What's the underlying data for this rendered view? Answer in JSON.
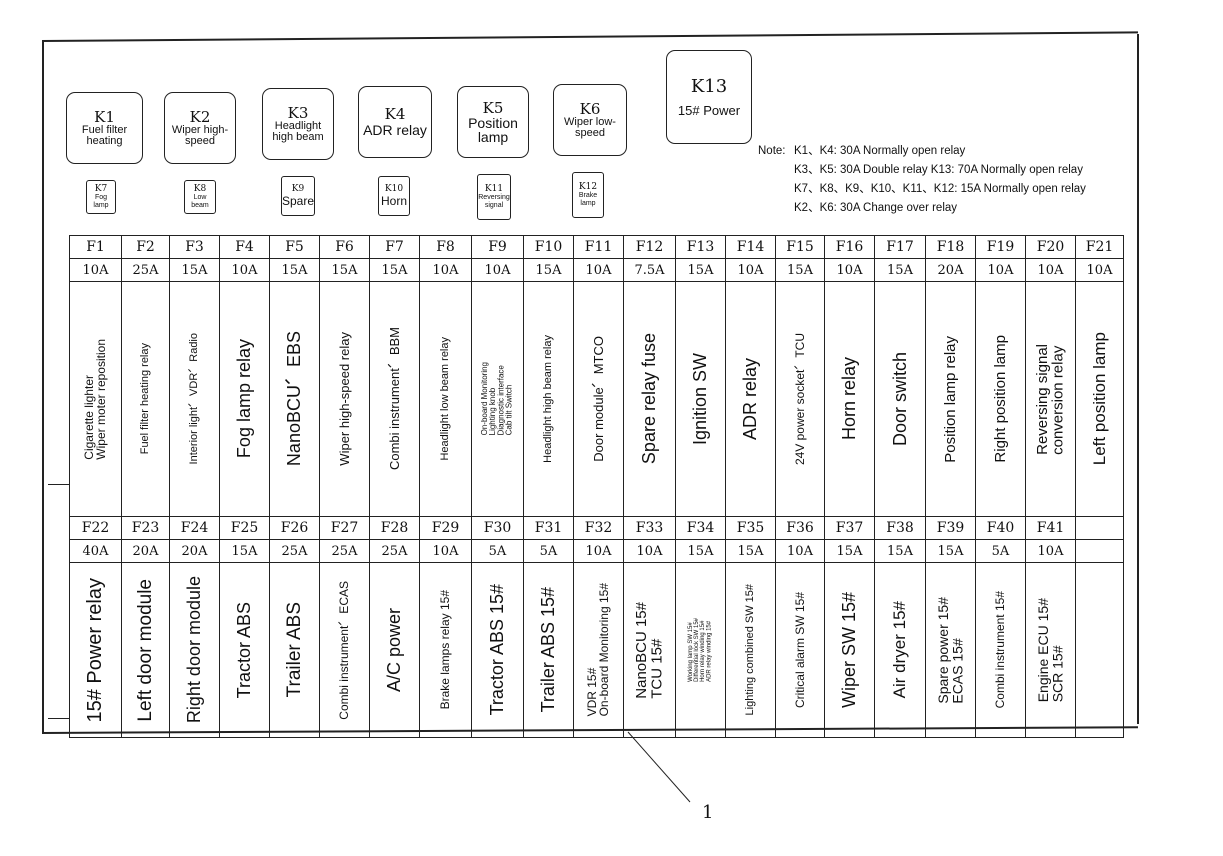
{
  "relays_large": [
    {
      "id": "K1",
      "name": "Fuel filter heating"
    },
    {
      "id": "K2",
      "name": "Wiper high-speed"
    },
    {
      "id": "K3",
      "name": "Headlight high beam"
    },
    {
      "id": "K4",
      "name": "ADR relay"
    },
    {
      "id": "K5",
      "name": "Position lamp"
    },
    {
      "id": "K6",
      "name": "Wiper low-speed"
    },
    {
      "id": "K13",
      "name": "15# Power"
    }
  ],
  "relays_small": [
    {
      "id": "K7",
      "name": "Fog lamp"
    },
    {
      "id": "K8",
      "name": "Low beam"
    },
    {
      "id": "K9",
      "name": "Spare"
    },
    {
      "id": "K10",
      "name": "Horn"
    },
    {
      "id": "K11",
      "name": "Reversing signal"
    },
    {
      "id": "K12",
      "name": "Brake lamp"
    }
  ],
  "note": {
    "label": "Note:",
    "lines": [
      "K1、K4: 30A Normally open relay",
      "K3、K5: 30A Double relay  K13: 70A Normally open relay",
      "K7、K8、K9、K10、K11、K12: 15A Normally open relay",
      "K2、K6: 30A Change over relay"
    ]
  },
  "fuses_row1": [
    {
      "id": "F1",
      "amp": "10A",
      "desc": "Cigarette lighter\nWiper moter reposition"
    },
    {
      "id": "F2",
      "amp": "25A",
      "desc": "Fuel filter heating relay"
    },
    {
      "id": "F3",
      "amp": "15A",
      "desc": "Interior light、VDR、Radio"
    },
    {
      "id": "F4",
      "amp": "10A",
      "desc": "Fog lamp relay"
    },
    {
      "id": "F5",
      "amp": "15A",
      "desc": "NanoBCU、EBS"
    },
    {
      "id": "F6",
      "amp": "15A",
      "desc": "Wiper high-speed relay"
    },
    {
      "id": "F7",
      "amp": "15A",
      "desc": "Combi instrument、BBM"
    },
    {
      "id": "F8",
      "amp": "10A",
      "desc": "Headlight low beam relay"
    },
    {
      "id": "F9",
      "amp": "10A",
      "desc": "On-board Monitoring\nLighting knob\nDiagnostic interface\nCab tilt Switch"
    },
    {
      "id": "F10",
      "amp": "15A",
      "desc": "Headlight high beam relay"
    },
    {
      "id": "F11",
      "amp": "10A",
      "desc": "Door module、MTCO"
    },
    {
      "id": "F12",
      "amp": "7.5A",
      "desc": "Spare relay fuse"
    },
    {
      "id": "F13",
      "amp": "15A",
      "desc": "Ignition SW"
    },
    {
      "id": "F14",
      "amp": "10A",
      "desc": "ADR relay"
    },
    {
      "id": "F15",
      "amp": "15A",
      "desc": "24V power socket、TCU"
    },
    {
      "id": "F16",
      "amp": "10A",
      "desc": "Horn relay"
    },
    {
      "id": "F17",
      "amp": "15A",
      "desc": "Door switch"
    },
    {
      "id": "F18",
      "amp": "20A",
      "desc": "Position lamp relay"
    },
    {
      "id": "F19",
      "amp": "10A",
      "desc": "Right position lamp"
    },
    {
      "id": "F20",
      "amp": "10A",
      "desc": "Reversing signal\nconversion relay"
    },
    {
      "id": "F21",
      "amp": "10A",
      "desc": "Left position lamp"
    }
  ],
  "fuses_row2": [
    {
      "id": "F22",
      "amp": "40A",
      "desc": "15# Power relay"
    },
    {
      "id": "F23",
      "amp": "20A",
      "desc": "Left door module"
    },
    {
      "id": "F24",
      "amp": "20A",
      "desc": "Right door module"
    },
    {
      "id": "F25",
      "amp": "15A",
      "desc": "Tractor ABS"
    },
    {
      "id": "F26",
      "amp": "25A",
      "desc": "Trailer ABS"
    },
    {
      "id": "F27",
      "amp": "25A",
      "desc": "Combi instrument、ECAS"
    },
    {
      "id": "F28",
      "amp": "25A",
      "desc": "A/C power"
    },
    {
      "id": "F29",
      "amp": "10A",
      "desc": "Brake lamps relay 15#"
    },
    {
      "id": "F30",
      "amp": "5A",
      "desc": "Tractor ABS 15#"
    },
    {
      "id": "F31",
      "amp": "5A",
      "desc": "Trailer ABS 15#"
    },
    {
      "id": "F32",
      "amp": "10A",
      "desc": "VDR 15#\nOn-board Monitoring 15#"
    },
    {
      "id": "F33",
      "amp": "10A",
      "desc": "NanoBCU 15#\nTCU 15#"
    },
    {
      "id": "F34",
      "amp": "15A",
      "desc": "Working lamp SW 15#\nDifferential lock SW 15#\nHorn relay winding 15#\nADR relay winding 15#"
    },
    {
      "id": "F35",
      "amp": "15A",
      "desc": "Lighting combined SW 15#"
    },
    {
      "id": "F36",
      "amp": "10A",
      "desc": "Critical alarm SW 15#"
    },
    {
      "id": "F37",
      "amp": "15A",
      "desc": "Wiper SW 15#"
    },
    {
      "id": "F38",
      "amp": "15A",
      "desc": "Air dryer 15#"
    },
    {
      "id": "F39",
      "amp": "15A",
      "desc": "Spare power 15#\nECAS 15#"
    },
    {
      "id": "F40",
      "amp": "5A",
      "desc": "Combi instrument 15#"
    },
    {
      "id": "F41",
      "amp": "10A",
      "desc": "Engine ECU 15#\nSCR 15#"
    },
    {
      "id": "",
      "amp": "",
      "desc": ""
    }
  ],
  "callout": "1"
}
